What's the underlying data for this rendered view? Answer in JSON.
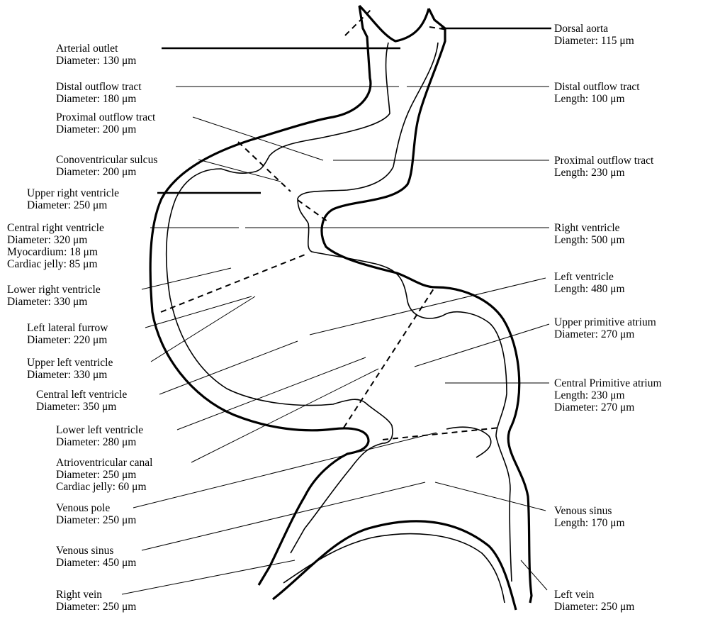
{
  "labels_left": [
    {
      "id": "arterial-outlet",
      "name": "Arterial outlet",
      "lines": [
        "Diameter: 130 μm"
      ]
    },
    {
      "id": "distal-outflow-tract-diameter",
      "name": "Distal outflow tract",
      "lines": [
        "Diameter: 180 μm"
      ]
    },
    {
      "id": "proximal-outflow-tract-diameter",
      "name": "Proximal outflow tract",
      "lines": [
        "Diameter: 200 μm"
      ]
    },
    {
      "id": "conoventricular-sulcus",
      "name": "Conoventricular sulcus",
      "lines": [
        "Diameter: 200 μm"
      ]
    },
    {
      "id": "upper-right-ventricle",
      "name": "Upper right ventricle",
      "lines": [
        "Diameter: 250 μm"
      ]
    },
    {
      "id": "central-right-ventricle",
      "name": "Central right ventricle",
      "lines": [
        "Diameter: 320 μm",
        "Myocardium: 18 μm",
        "Cardiac jelly: 85 μm"
      ]
    },
    {
      "id": "lower-right-ventricle",
      "name": "Lower right ventricle",
      "lines": [
        "Diameter: 330 μm"
      ]
    },
    {
      "id": "left-lateral-furrow",
      "name": "Left lateral furrow",
      "lines": [
        "Diameter: 220 μm"
      ]
    },
    {
      "id": "upper-left-ventricle",
      "name": "Upper left ventricle",
      "lines": [
        "Diameter: 330 μm"
      ]
    },
    {
      "id": "central-left-ventricle",
      "name": "Central left ventricle",
      "lines": [
        "Diameter: 350 μm"
      ]
    },
    {
      "id": "lower-left-ventricle",
      "name": "Lower left ventricle",
      "lines": [
        "Diameter: 280 μm"
      ]
    },
    {
      "id": "atrioventricular-canal",
      "name": "Atrioventricular canal",
      "lines": [
        "Diameter: 250 μm",
        "Cardiac jelly: 60 μm"
      ]
    },
    {
      "id": "venous-pole",
      "name": "Venous pole",
      "lines": [
        "Diameter: 250 μm"
      ]
    },
    {
      "id": "venous-sinus-diameter",
      "name": "Venous sinus",
      "lines": [
        "Diameter: 450 μm"
      ]
    },
    {
      "id": "right-vein",
      "name": "Right vein",
      "lines": [
        "Diameter: 250 μm"
      ]
    }
  ],
  "labels_right": [
    {
      "id": "dorsal-aorta",
      "name": "Dorsal aorta",
      "lines": [
        "Diameter: 115 μm"
      ]
    },
    {
      "id": "distal-outflow-tract-length",
      "name": "Distal outflow tract",
      "lines": [
        "Length: 100 μm"
      ]
    },
    {
      "id": "proximal-outflow-tract-length",
      "name": "Proximal outflow tract",
      "lines": [
        "Length: 230 μm"
      ]
    },
    {
      "id": "right-ventricle",
      "name": "Right ventricle",
      "lines": [
        "Length: 500 μm"
      ]
    },
    {
      "id": "left-ventricle",
      "name": "Left ventricle",
      "lines": [
        "Length: 480 μm"
      ]
    },
    {
      "id": "upper-primitive-atrium",
      "name": "Upper primitive atrium",
      "lines": [
        "Diameter: 270 μm"
      ]
    },
    {
      "id": "central-primitive-atrium",
      "name": "Central Primitive atrium",
      "lines": [
        "Length: 230 μm",
        "Diameter: 270 μm"
      ]
    },
    {
      "id": "venous-sinus-length",
      "name": "Venous sinus",
      "lines": [
        "Length: 170 μm"
      ]
    },
    {
      "id": "left-vein",
      "name": "Left vein",
      "lines": [
        "Diameter: 250 μm"
      ]
    }
  ]
}
